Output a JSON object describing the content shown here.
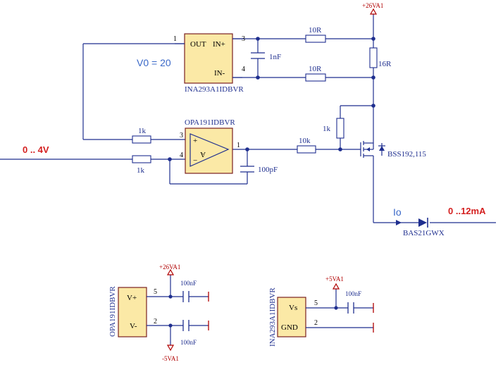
{
  "annotations": {
    "v0": "V0 = 20",
    "input_range": "0 .. 4V",
    "output_current": "Io",
    "output_range": "0 ..12mA"
  },
  "power": {
    "vdd26": "+26VA1",
    "vss5": "-5VA1",
    "vdd5": "+5VA1"
  },
  "ina293": {
    "name": "INA293A1IDBVR",
    "pin_out": "OUT",
    "pin_inp": "IN+",
    "pin_inm": "IN-",
    "pin_vs": "Vs",
    "pin_gnd": "GND",
    "num_out": "1",
    "num_inp": "3",
    "num_inm": "4",
    "num_vs": "5",
    "num_gnd": "2"
  },
  "opa191": {
    "name": "OPA191IDBVR",
    "glyph": "A",
    "plus": "+",
    "minus": "−",
    "pin_vp": "V+",
    "pin_vm": "V-",
    "num_inp": "3",
    "num_inm": "4",
    "num_out": "1",
    "num_vp": "5",
    "num_vm": "2"
  },
  "parts": {
    "r_sense": "16R",
    "r_filter_top": "10R",
    "r_filter_bot": "10R",
    "c_filter": "1nF",
    "r_in_fb": "1k",
    "r_in": "1k",
    "r_gate": "10k",
    "r_pull": "1k",
    "c_comp": "100pF",
    "mosfet": "BSS192,115",
    "diode": "BAS21GWX",
    "c_opa_vp": "100nF",
    "c_opa_vm": "100nF",
    "c_ina_vs": "100nF"
  }
}
